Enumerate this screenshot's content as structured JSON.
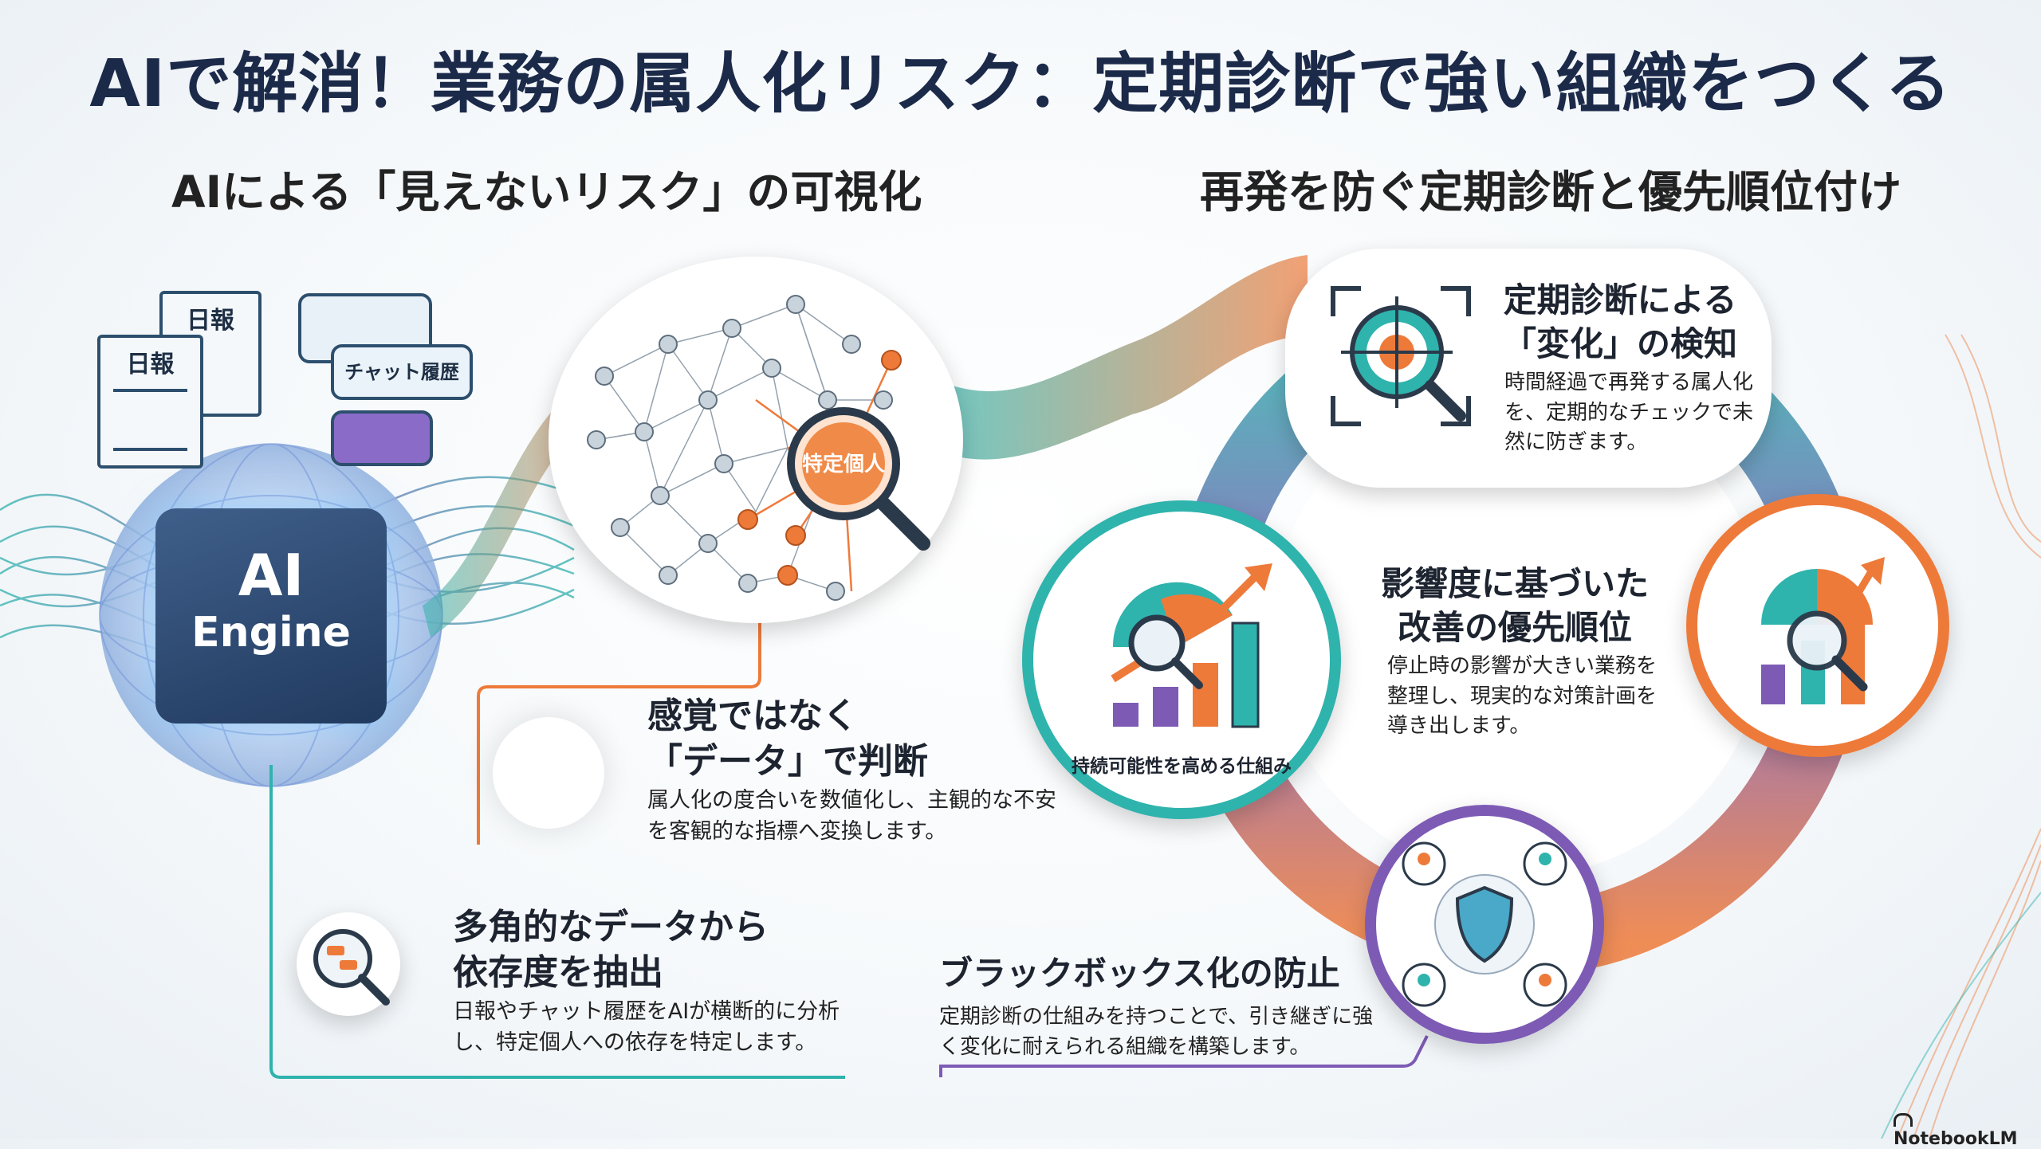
{
  "title": "AIで解消！業務の属人化リスク：定期診断で強い組織をつくる",
  "left_section_title": "AIによる「見えないリスク」の可視化",
  "right_section_title": "再発を防ぐ定期診断と優先順位付け",
  "inputs": {
    "doc_front": "日報",
    "doc_back": "日報",
    "chat_bubble": "チャット履歴"
  },
  "ai_engine": {
    "line1": "AI",
    "line2": "Engine"
  },
  "network_label": "特定個人",
  "data_judgement": {
    "heading_line1": "感覚ではなく",
    "heading_line2": "「データ」で判断",
    "body": "属人化の度合いを数値化し、主観的な不安を客観的な指標へ変換します。"
  },
  "extraction": {
    "heading_line1": "多角的なデータから",
    "heading_line2": "依存度を抽出",
    "body": "日報やチャット履歴をAIが横断的に分析し、特定個人への依存を特定します。"
  },
  "change_detection": {
    "heading_line1": "定期診断による",
    "heading_line2": "「変化」の検知",
    "body": "時間経過で再発する属人化を、定期的なチェックで未然に防ぎます。"
  },
  "priority": {
    "heading_line1": "影響度に基づいた",
    "heading_line2": "改善の優先順位",
    "body": "停止時の影響が大きい業務を整理し、現実的な対策計画を導き出します。"
  },
  "sustainable_label": "持続可能性を高める仕組み",
  "blackbox": {
    "heading": "ブラックボックス化の防止",
    "body": "定期診断の仕組みを持つことで、引き継ぎに強く変化に耐えられる組織を構築します。"
  },
  "footer": "NotebookLM",
  "colors": {
    "teal": "#2fb3ad",
    "orange": "#ee7a3a",
    "purple": "#7d5bb5",
    "navy": "#1c2a4a"
  }
}
